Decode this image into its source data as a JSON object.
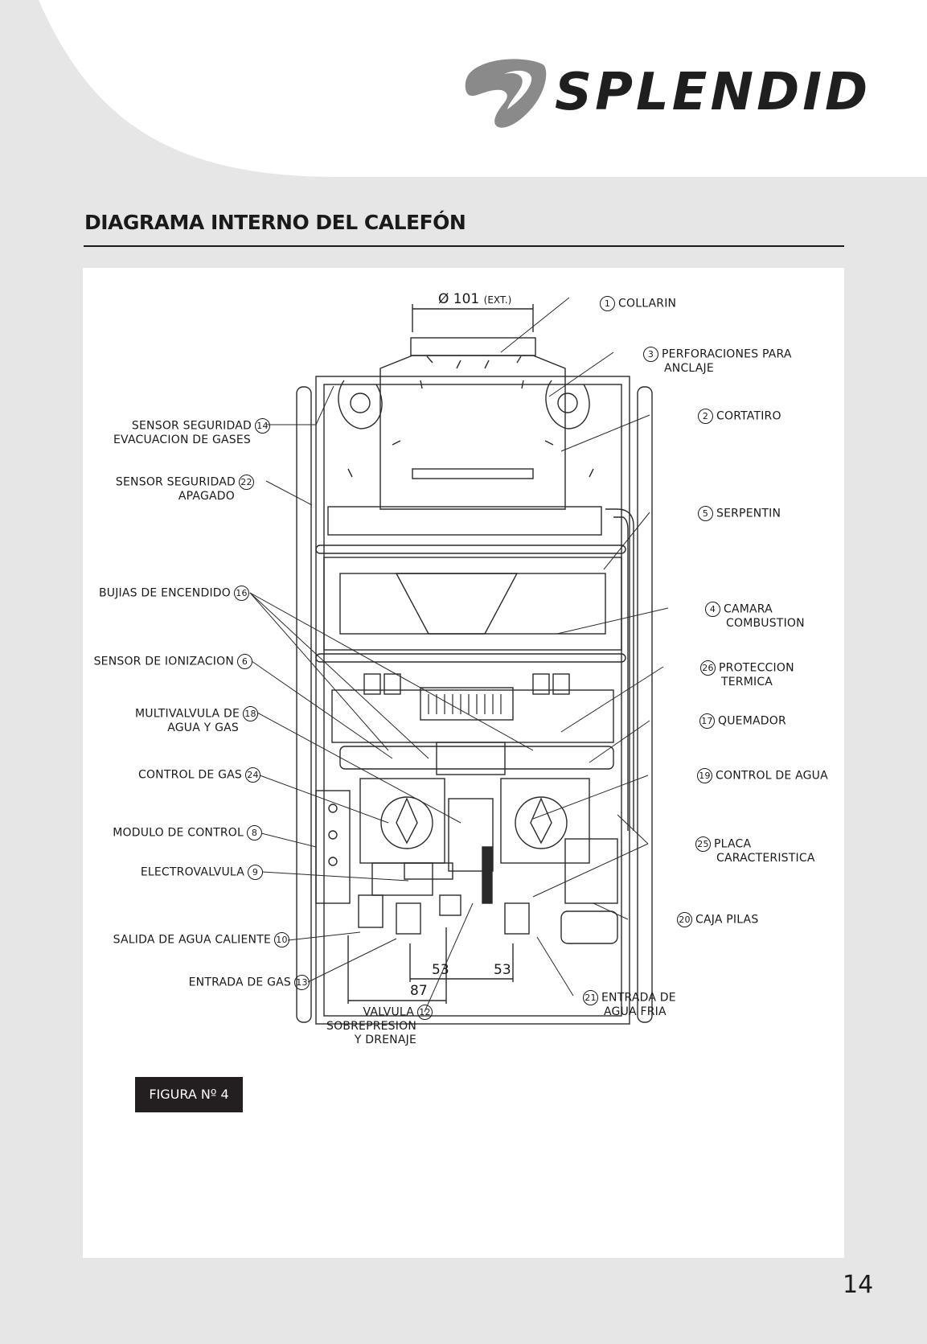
{
  "brand": {
    "name": "SPLENDID",
    "logo_icon": "splendid-swirl-logo"
  },
  "section_title": "DIAGRAMA INTERNO DEL CALEFÓN",
  "dimensions": {
    "diameter": "Ø 101",
    "diameter_note": "(EXT.)",
    "d53a": "53",
    "d53b": "53",
    "d87": "87"
  },
  "labels": {
    "l1": {
      "num": "1",
      "text": "COLLARIN"
    },
    "l3": {
      "num": "3",
      "line1": "PERFORACIONES PARA",
      "line2": "ANCLAJE"
    },
    "l2": {
      "num": "2",
      "text": "CORTATIRO"
    },
    "l5": {
      "num": "5",
      "text": "SERPENTIN"
    },
    "l4": {
      "num": "4",
      "line1": "CAMARA",
      "line2": "COMBUSTION"
    },
    "l26": {
      "num": "26",
      "line1": "PROTECCION",
      "line2": "TERMICA"
    },
    "l17": {
      "num": "17",
      "text": "QUEMADOR"
    },
    "l19": {
      "num": "19",
      "text": "CONTROL DE AGUA"
    },
    "l25": {
      "num": "25",
      "line1": "PLACA",
      "line2": "CARACTERISTICA"
    },
    "l20": {
      "num": "20",
      "text": "CAJA PILAS"
    },
    "l21": {
      "num": "21",
      "line1": "ENTRADA DE",
      "line2": "AGUA FRIA"
    },
    "l14": {
      "num": "14",
      "line1": "SENSOR SEGURIDAD",
      "line2": "EVACUACION DE GASES"
    },
    "l22": {
      "num": "22",
      "line1": "SENSOR SEGURIDAD",
      "line2": "APAGADO"
    },
    "l16": {
      "num": "16",
      "text": "BUJIAS DE ENCENDIDO"
    },
    "l6": {
      "num": "6",
      "text": "SENSOR DE IONIZACION"
    },
    "l18": {
      "num": "18",
      "line1": "MULTIVALVULA DE",
      "line2": "AGUA Y GAS"
    },
    "l24": {
      "num": "24",
      "text": "CONTROL DE GAS"
    },
    "l8": {
      "num": "8",
      "text": "MODULO DE CONTROL"
    },
    "l9": {
      "num": "9",
      "text": "ELECTROVALVULA"
    },
    "l10": {
      "num": "10",
      "text": "SALIDA DE AGUA CALIENTE"
    },
    "l13": {
      "num": "13",
      "text": "ENTRADA DE GAS"
    },
    "l12": {
      "num": "12",
      "line1": "VALVULA",
      "line2": "SOBREPRESION",
      "line3": "Y DRENAJE"
    }
  },
  "figure_badge": "FIGURA Nº 4",
  "page_number": "14"
}
